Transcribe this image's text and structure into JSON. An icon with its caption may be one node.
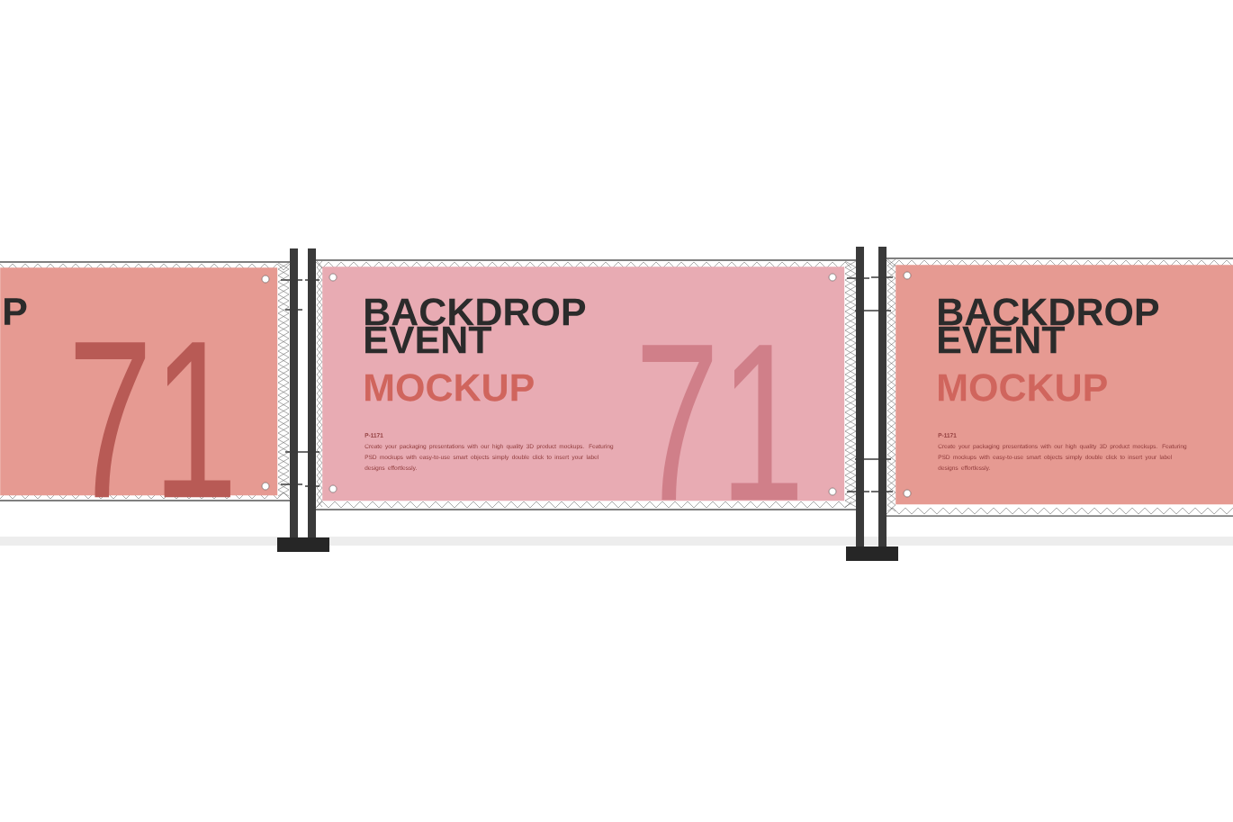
{
  "diagram": {
    "nodes": [
      {
        "text": [
          "P",
          "71"
        ]
      },
      {
        "text": [
          "BACKDROP EVENT",
          "MOCKUP",
          "P-1171",
          "Create your packaging presentations with our high quality 3D product mockups. Featuring PSD mockups with easy-to-use smart objects simply double click to insert your label designs effortlessly.",
          "71"
        ]
      },
      {
        "text": [
          "BACKDROP EVENT",
          "MOCKUP",
          "P-1171",
          "Create your packaging presentations with our high quality 3D product mockups. Featuring PSD mockups with easy-to-use smart objects simply double click to insert your label designs effortlessly."
        ]
      }
    ]
  }
}
